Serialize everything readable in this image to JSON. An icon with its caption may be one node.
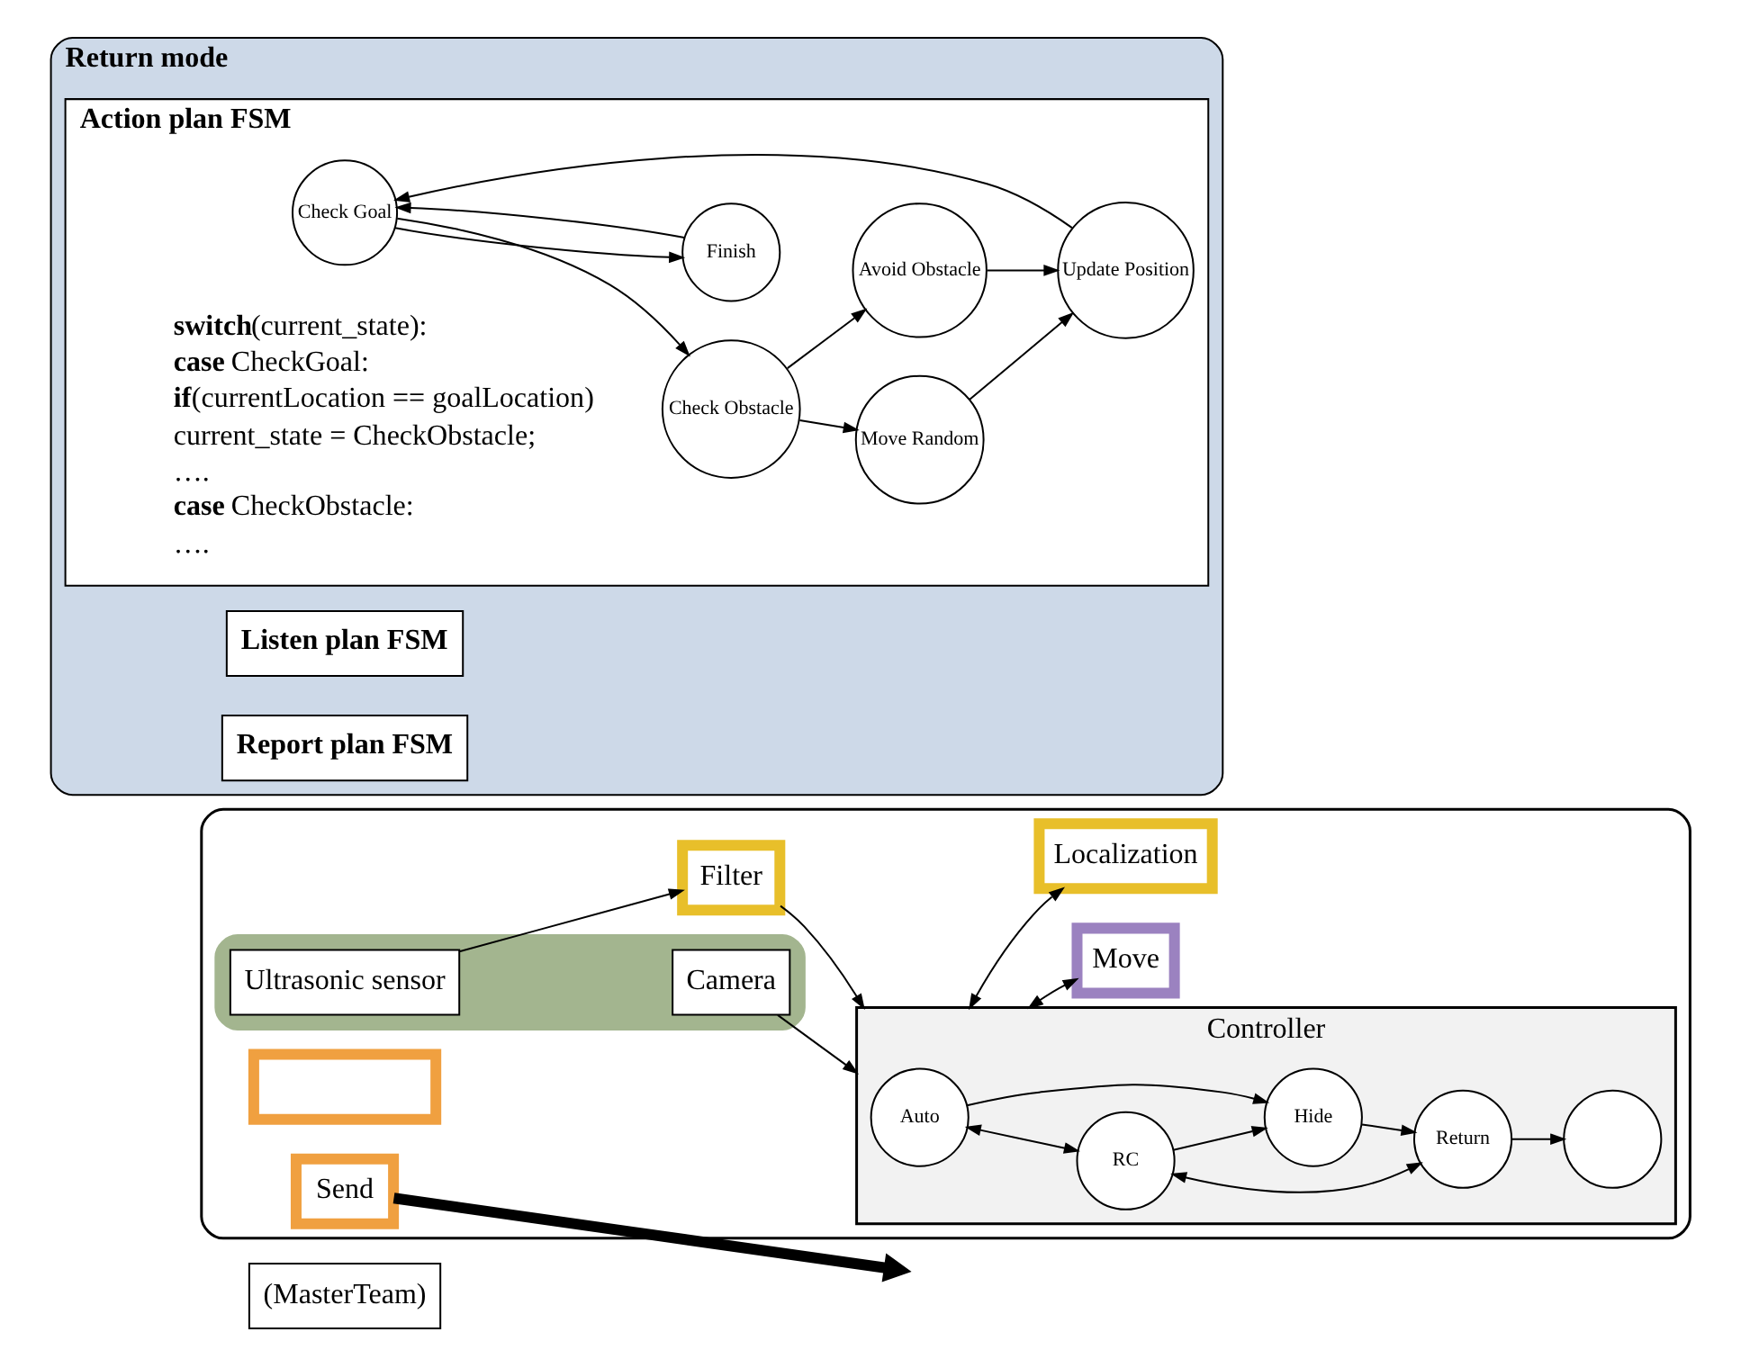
{
  "diagram": {
    "nodes": [
      {
        "text": [
          "(MasterTeam)"
        ]
      },
      {
        "text": [],
        "shape": "box"
      },
      {
        "text": [
          "Filter"
        ],
        "in": 1
      },
      {
        "text": [],
        "shape": "box",
        "in": 1
      },
      {
        "text": [
          "Ultrasonic sensor"
        ],
        "in": 3
      },
      {
        "text": [
          "Camera"
        ],
        "in": 3
      },
      {
        "text": [
          "Controller"
        ],
        "in": 1
      },
      {
        "text": [
          "Auto"
        ],
        "in": 6
      },
      {
        "text": [
          "RC"
        ],
        "in": 6
      },
      {
        "text": [
          "Hide"
        ],
        "in": 6
      },
      {
        "text": [
          "Return"
        ],
        "in": 6
      },
      {
        "text": [],
        "shape": "circle",
        "in": 6
      },
      {
        "text": [],
        "shape": "box",
        "in": 1
      },
      {
        "text": [
          "Move"
        ],
        "in": 1
      },
      {
        "text": [
          "Localization"
        ],
        "in": 1
      },
      {
        "text": [
          "Send"
        ],
        "in": 1
      },
      {
        "text": [
          "Return mode"
        ]
      },
      {
        "text": [
          "Listen plan FSM"
        ],
        "in": 16
      },
      {
        "text": [
          "Report plan FSM"
        ],
        "in": 16
      },
      {
        "text": [
          "Action plan FSM"
        ],
        "in": 16
      },
      {
        "text": [
          "Check Goal"
        ],
        "in": 19
      },
      {
        "text": [
          "Check Obstacle"
        ],
        "in": 19
      },
      {
        "text": [
          "Move Random"
        ],
        "in": 19
      },
      {
        "text": [
          "Update Position"
        ],
        "in": 19
      },
      {
        "text": [
          "Finish"
        ],
        "in": 19
      },
      {
        "text": [
          "Avoid Obstacle"
        ],
        "in": 19
      }
    ],
    "edges": [
      {
        "from": 4,
        "to": 2,
        "arrow": "to"
      },
      {
        "from": 2,
        "to": 6,
        "arrow": "to"
      },
      {
        "from": 5,
        "to": 6,
        "arrow": "to"
      },
      {
        "from": 6,
        "to": 13,
        "arrow": "both"
      },
      {
        "from": 6,
        "to": 14,
        "arrow": "both"
      },
      {
        "from": 7,
        "to": 8,
        "arrow": "both"
      },
      {
        "from": 7,
        "to": 9,
        "arrow": "to"
      },
      {
        "from": 8,
        "to": 9,
        "arrow": "to"
      },
      {
        "from": 8,
        "to": 10,
        "arrow": "both"
      },
      {
        "from": 9,
        "to": 10,
        "arrow": "to"
      },
      {
        "from": 10,
        "to": 11,
        "arrow": "to"
      },
      {
        "from": 15,
        "to": null,
        "arrow": "to",
        "style": "thick"
      },
      {
        "from": 20,
        "to": 21,
        "arrow": "to"
      },
      {
        "from": 21,
        "to": 22,
        "arrow": "to"
      },
      {
        "from": 22,
        "to": 23,
        "arrow": "to"
      },
      {
        "from": 21,
        "to": 25,
        "arrow": "to"
      },
      {
        "from": 25,
        "to": 23,
        "arrow": "to"
      },
      {
        "from": 23,
        "to": 20,
        "arrow": "to"
      },
      {
        "from": 20,
        "to": 24,
        "arrow": "to"
      },
      {
        "from": 24,
        "to": 20,
        "arrow": "to"
      }
    ],
    "labels": [
      "**switch**(current_state):",
      "**case** CheckGoal:",
      "**if**(currentLocation == goalLocation)",
      "current_state = CheckObstacle;",
      "….",
      "**case** CheckObstacle:",
      "…."
    ]
  }
}
